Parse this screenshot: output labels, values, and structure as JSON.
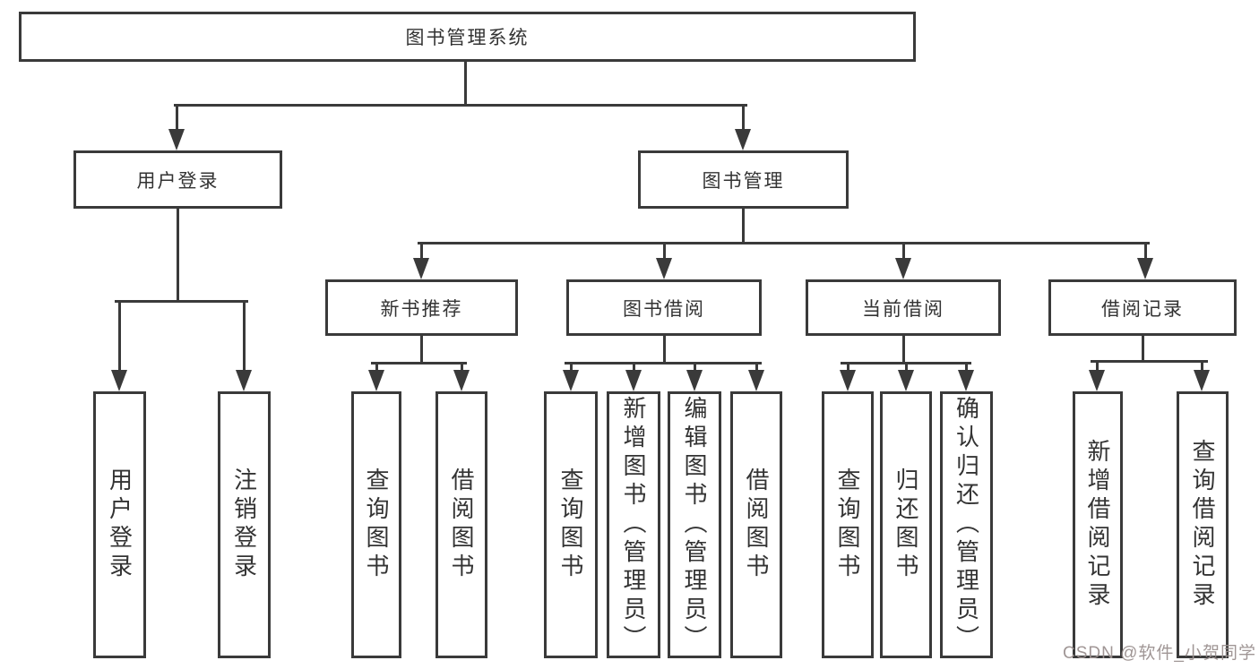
{
  "diagram_title": "图书管理系统",
  "tree": {
    "root": {
      "label": "图书管理系统",
      "children": [
        {
          "label": "用户登录",
          "children": [
            {
              "label": "用户登录"
            },
            {
              "label": "注销登录"
            }
          ]
        },
        {
          "label": "图书管理",
          "children": [
            {
              "label": "新书推荐",
              "children": [
                {
                  "label": "查询图书"
                },
                {
                  "label": "借阅图书"
                }
              ]
            },
            {
              "label": "图书借阅",
              "children": [
                {
                  "label": "查询图书"
                },
                {
                  "label": "新增图书（管理员）"
                },
                {
                  "label": "编辑图书（管理员）"
                },
                {
                  "label": "借阅图书"
                }
              ]
            },
            {
              "label": "当前借阅",
              "children": [
                {
                  "label": "查询图书"
                },
                {
                  "label": "归还图书"
                },
                {
                  "label": "确认归还（管理员）"
                }
              ]
            },
            {
              "label": "借阅记录",
              "children": [
                {
                  "label": "新增借阅记录"
                },
                {
                  "label": "查询借阅记录"
                }
              ]
            }
          ]
        }
      ]
    }
  },
  "watermark": {
    "text": "CSDN @软件_小贺同学"
  },
  "colors": {
    "line": "#3a3a3a",
    "box_border": "#3a3a3a",
    "text": "#333333",
    "background": "#ffffff",
    "watermark": "#9b9190"
  }
}
